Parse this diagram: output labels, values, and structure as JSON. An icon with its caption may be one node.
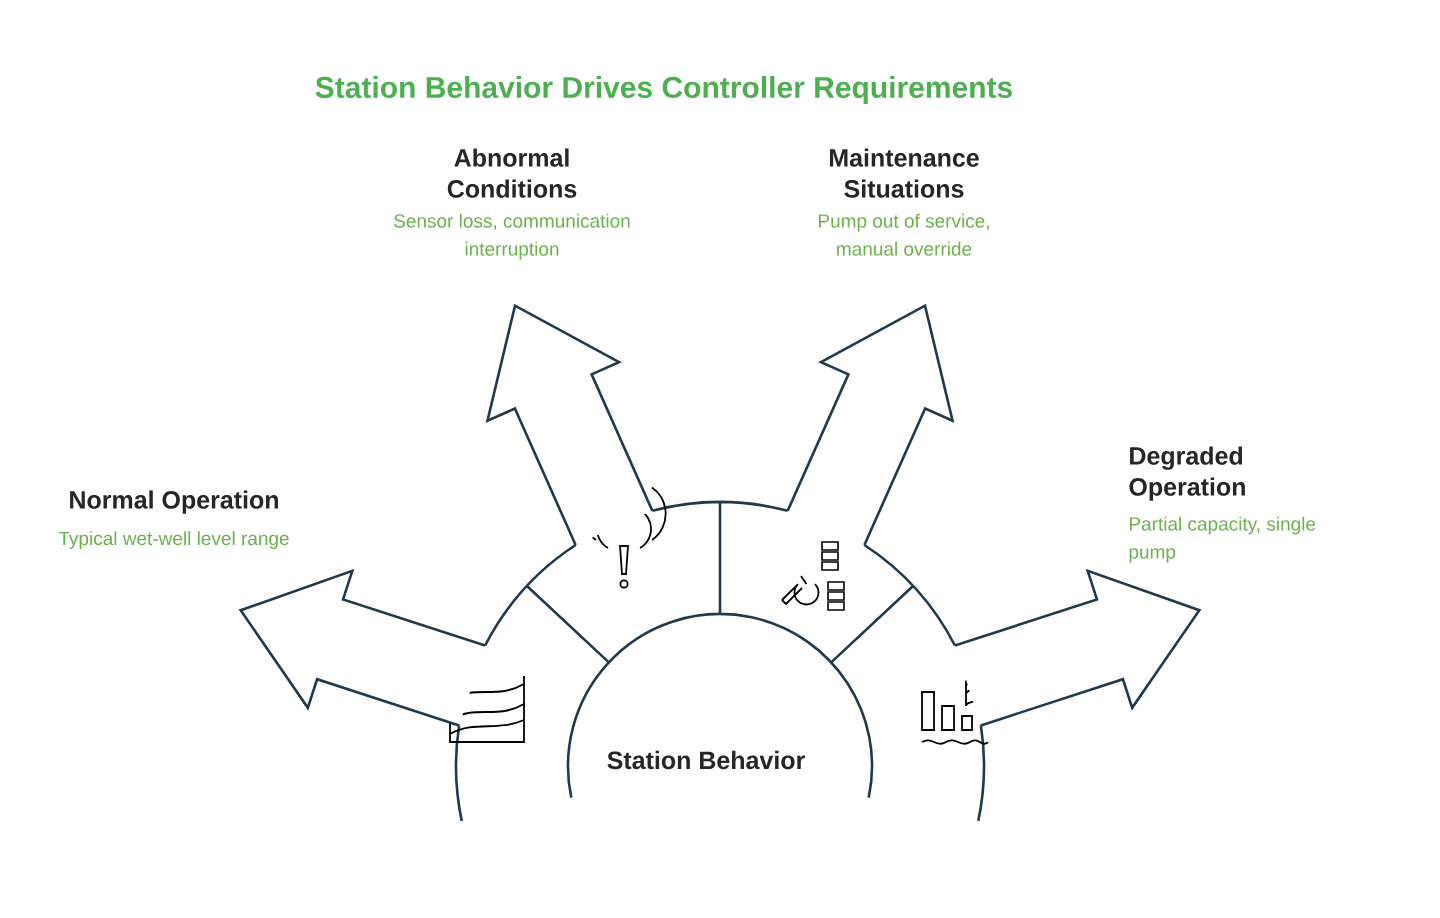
{
  "diagram": {
    "title": "Station Behavior Drives Controller Requirements",
    "nodes": [
      {
        "text": [
          "Station Behavior"
        ]
      },
      {
        "text": [
          "Normal Operation",
          "Typical wet-well level range"
        ]
      },
      {
        "text": [
          "Abnormal Conditions",
          "Sensor loss, communication interruption"
        ]
      },
      {
        "text": [
          "Maintenance Situations",
          "Pump out of service, manual override"
        ]
      },
      {
        "text": [
          "Degraded Operation",
          "Partial capacity, single pump"
        ]
      }
    ],
    "edges": [
      {
        "from": 0,
        "to": 1,
        "arrow": "to"
      },
      {
        "from": 0,
        "to": 2,
        "arrow": "to"
      },
      {
        "from": 0,
        "to": 3,
        "arrow": "to"
      },
      {
        "from": 0,
        "to": 4,
        "arrow": "to"
      }
    ]
  }
}
